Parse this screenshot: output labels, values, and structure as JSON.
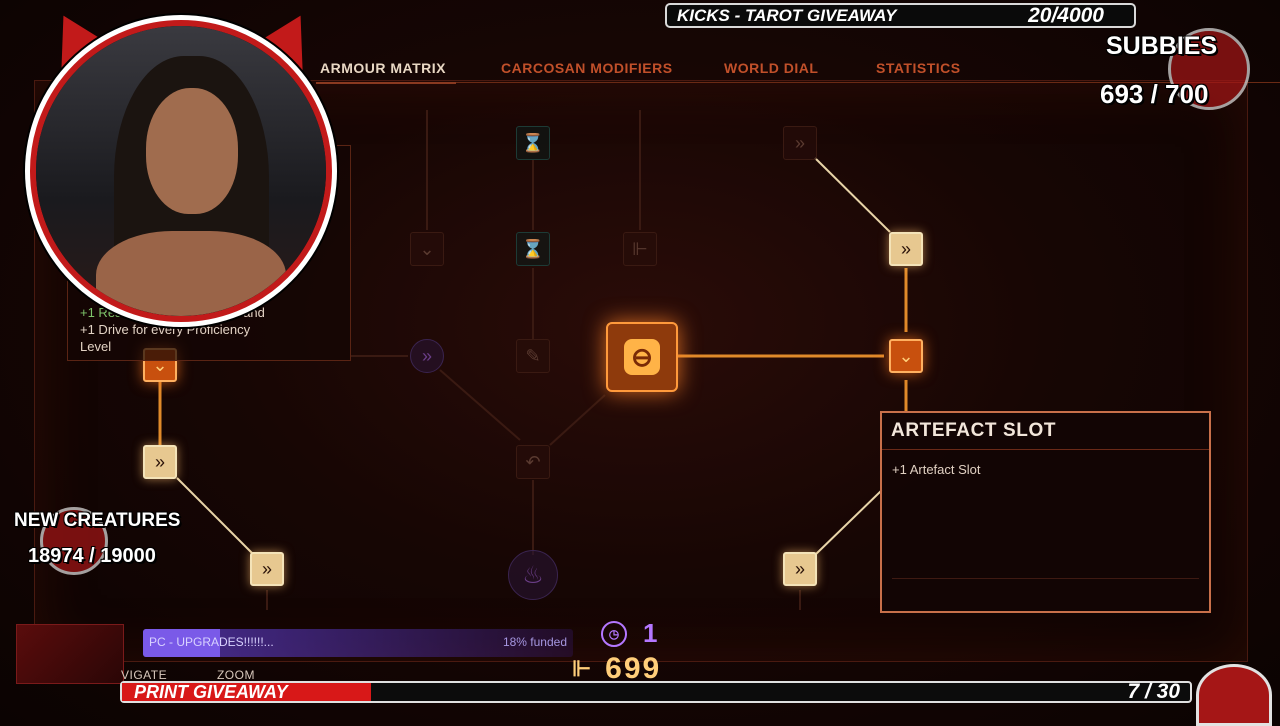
{
  "tabs": [
    {
      "label": "ARMOUR MATRIX",
      "active": true
    },
    {
      "label": "CARCOSAN MODIFIERS",
      "active": false
    },
    {
      "label": "WORLD DIAL",
      "active": false
    },
    {
      "label": "STATISTICS",
      "active": false
    }
  ],
  "left_panel": {
    "line1_green": "+1 Res",
    "line1_rest": "and",
    "line2": "+1 Drive for every Proficiency",
    "line3": "Level"
  },
  "tooltip": {
    "title": "ARTEFACT SLOT",
    "description": "+1 Artefact Slot"
  },
  "overlays": {
    "tarot": {
      "label": "KICKS - TAROT GIVEAWAY",
      "value": "20/4000"
    },
    "subbies": {
      "label": "SUBBIES",
      "value": "693 / 700"
    },
    "creatures": {
      "label": "NEW CREATURES",
      "value": "18974 / 19000"
    },
    "pc_upgrades": {
      "label": "PC - UPGRADES!!!!!!...",
      "percent_text": "18% funded",
      "progress": 0.18
    },
    "print": {
      "label": "PRINT GIVEAWAY",
      "value": "7 / 30",
      "progress": 0.233
    }
  },
  "footer": {
    "nav_hint": "VIGATE",
    "zoom_label": "ZOOM",
    "currency_small": "1",
    "currency_big": "699"
  },
  "colors": {
    "accent": "#c1502a",
    "node_active": "#c8500e",
    "red_brand": "#c21a1a",
    "purple": "#b477ff"
  },
  "icons": {
    "node_skip": "double-chevron-right-icon",
    "node_down": "chevron-down-icon",
    "node_center": "armour-core-icon",
    "node_tool": "wrench-icon",
    "node_flame": "flame-icon",
    "node_rune": "rune-icon"
  }
}
